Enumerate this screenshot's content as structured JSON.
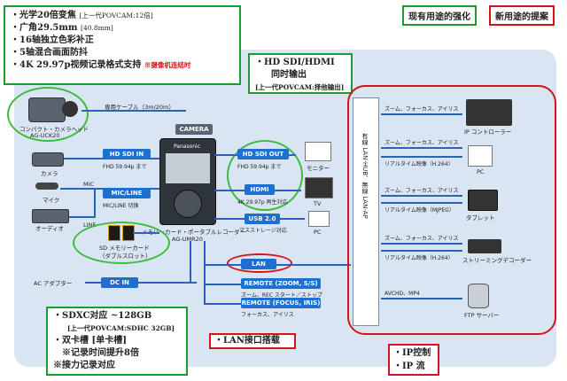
{
  "legend": {
    "existing": "现有用途的强化",
    "new": "新用途的提案"
  },
  "top_left_note": {
    "lines": [
      {
        "main": "・光学20倍变焦",
        "small": "[上一代POVCAM:12倍]"
      },
      {
        "main": "・广角29.5mm",
        "small": "[40.8mm]"
      },
      {
        "main": "・16轴独立色彩补正",
        "small": ""
      },
      {
        "main": "・5轴混合画面防抖",
        "small": ""
      },
      {
        "main": "・4K 29.97p视频记录格式支持",
        "small": ""
      }
    ],
    "red_tag": "※摄像机连结时"
  },
  "hdsdi_note": {
    "line1": "・HD SDI/HDMI",
    "line2": "同时输出",
    "line3": "[上一代POVCAM:择他输出]"
  },
  "sd_note": {
    "line1": "・SDXC对应 ~128GB",
    "line2": "[上一代POVCAM:SDHC 32GB]",
    "line3": "・双卡槽 [单卡槽]",
    "line4": "※记录时间提升8倍",
    "line5": "※接力记录对应"
  },
  "lan_note": "・LAN接口搭载",
  "ip_note": {
    "line1": "・IP控制",
    "line2": "・IP 流"
  },
  "camera_head": {
    "name1": "コンパクト・カメラヘッド",
    "name2": "AG-UCK20",
    "cable": "専用ケーブル（3m/20m）",
    "tag": "CAMERA"
  },
  "left_inputs": {
    "camera": "カメラ",
    "mic": "マイク",
    "audio": "オーディオ",
    "mic_tag": "MIC",
    "line_tag": "LINE"
  },
  "pills": {
    "hd_sdi_in": "HD SDI IN",
    "hd_sdi_in_sub": "FHD 59.94p まで",
    "mic_line": "MIC/LINE",
    "mic_line_sub": "MIC/LINE 切換",
    "dc_in": "DC IN",
    "hd_sdi_out": "HD SDI OUT",
    "hd_sdi_out_sub": "FHD 59.94p まで",
    "hdmi": "HDMI",
    "hdmi_sub": "4K 29.97p 再生対応",
    "usb": "USB 2.0",
    "usb_sub": "マスストレージ対応",
    "lan": "LAN",
    "remote1": "REMOTE (ZOOM, S/S)",
    "remote1_sub": "ズーム、REC スタート／ストップ",
    "remote2": "REMOTE (FOCUS, IRIS)",
    "remote2_sub": "フォーカス、アイリス"
  },
  "recorder": {
    "brand": "Panasonic",
    "name1": "メモリーカード・ポータブルレコーダー",
    "name2": "AG-UMR20"
  },
  "sd_card": {
    "label1": "SD メモリーカード",
    "label2": "（ダブルスロット）"
  },
  "ac_adapter": "AC アダプター",
  "outputs": {
    "monitor": "モニター",
    "tv": "TV",
    "pc": "PC"
  },
  "hub_label": "有線 LAN-HUB、無線 LAN-AP",
  "right_side": {
    "ip_controller": "IP コントローラー",
    "pc": "PC",
    "tablet": "タブレット",
    "streaming": "ストリーミングデコーダー",
    "ftp": "FTP サーバー",
    "l1": "ズーム、フォーカス、アイリス",
    "l2": "ズーム、フォーカス、アイリス",
    "l3": "リアルタイム映像（H.264）",
    "l4": "ズーム、フォーカス、アイリス",
    "l5": "リアルタイム映像（MJPEG）",
    "l6": "ズーム、フォーカス、アイリス",
    "l7": "リアルタイム映像（H.264）",
    "l8": "AVCHD、MP4"
  }
}
